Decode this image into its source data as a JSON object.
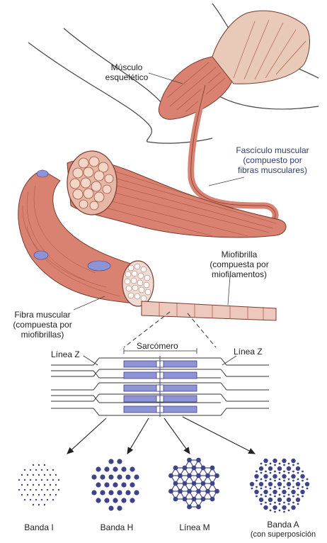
{
  "labels": {
    "musculo_esqueletico": [
      "Músculo",
      "esquelético"
    ],
    "fasciculo": [
      "Fascículo muscular",
      "(compuesto por",
      "fibras musculares)"
    ],
    "miofibrilla": [
      "Miofibrilla",
      "(compuesta por",
      "miofilamentos)"
    ],
    "fibra_muscular": [
      "Fibra muscular",
      "(compuesta por",
      "miofibrillas)"
    ],
    "linea_z_left": "Línea Z",
    "sarcomero": "Sarcómero",
    "linea_z_right": "Línea Z",
    "banda_i": "Banda I",
    "banda_h": "Banda H",
    "linea_m": "Línea M",
    "banda_a": [
      "Banda A",
      "(con superposición"
    ]
  },
  "colors": {
    "muscle": "#d98272",
    "muscle_dark": "#a4503f",
    "myosin": "#8e93d6",
    "filament_dark": "#3f4488",
    "line": "#333333"
  }
}
